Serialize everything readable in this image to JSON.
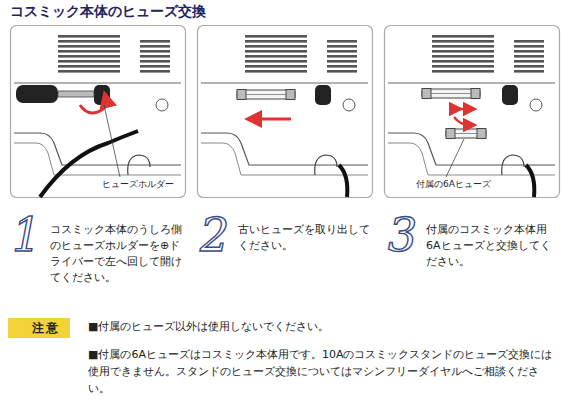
{
  "diagram": {
    "title": "コスミック本体のヒューズ交換",
    "nodes": [
      {
        "text": [
          "注意"
        ]
      }
    ],
    "labels": [
      "1",
      "コスミック本体のうしろ側のヒューズホルダーを⊕ドライバーで左へ回して開けてください。",
      "2",
      "古いヒューズを取り出してください。",
      "3",
      "付属のコスミック本体用6Aヒューズと交換してください。",
      "ヒューズホルダー",
      "付属の6Aヒューズ",
      "■付属のヒューズ以外は使用しないでください。",
      "■付属の6Aヒューズはコスミック本体用です。10Aのコスミックスタンドのヒューズ交換には使用できません。スタンドのヒューズ交換についてはマシンフリーダイヤルへご相談ください。"
    ]
  }
}
